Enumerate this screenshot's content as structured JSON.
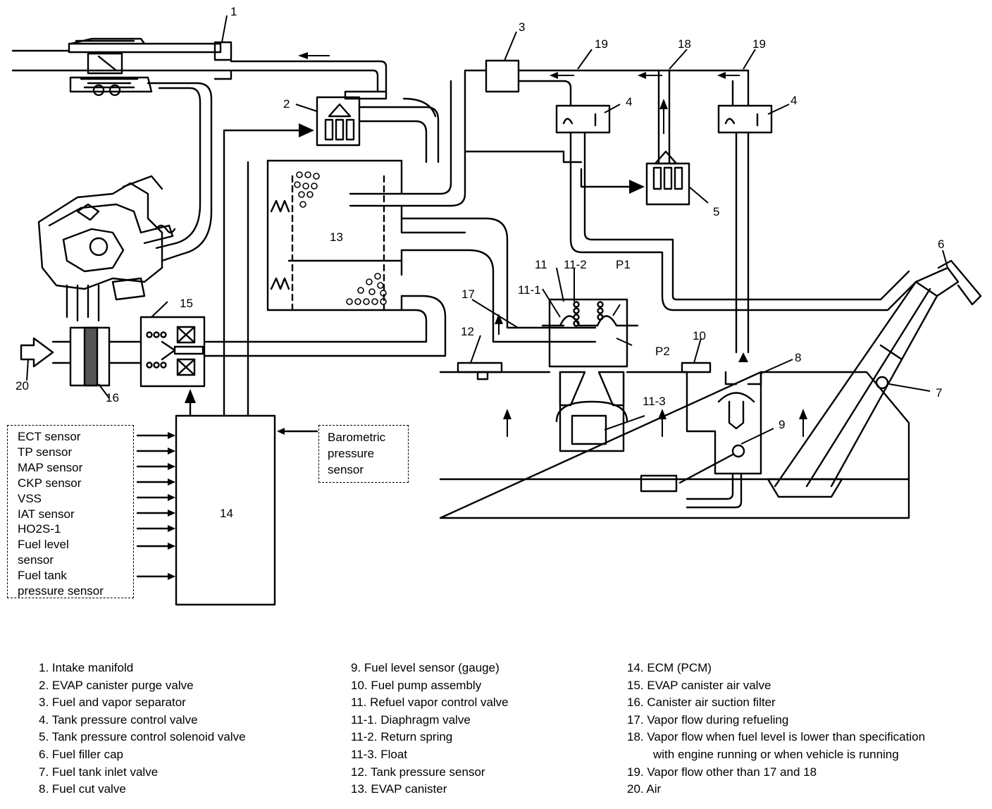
{
  "callouts": {
    "c1": "1",
    "c2": "2",
    "c3": "3",
    "c4a": "4",
    "c4b": "4",
    "c5": "5",
    "c6": "6",
    "c7": "7",
    "c8": "8",
    "c9": "9",
    "c10": "10",
    "c11": "11",
    "c11_1": "11-1",
    "c11_2": "11-2",
    "c11_3": "11-3",
    "c12": "12",
    "c13": "13",
    "c14": "14",
    "c15": "15",
    "c16": "16",
    "c17": "17",
    "c18": "18",
    "c19a": "19",
    "c19b": "19",
    "c20": "20",
    "p1": "P1",
    "p2": "P2"
  },
  "ecm_inputs": [
    "ECT sensor",
    "TP sensor",
    "MAP sensor",
    "CKP sensor",
    "VSS",
    "IAT sensor",
    "HO2S-1",
    "Fuel level",
    "sensor",
    "Fuel tank",
    "pressure sensor"
  ],
  "barometric_box": [
    "Barometric",
    "pressure",
    "sensor"
  ],
  "legend": {
    "col1": [
      "1.  Intake manifold",
      "2.  EVAP canister purge valve",
      "3.  Fuel and vapor separator",
      "4.  Tank pressure control valve",
      "5.  Tank pressure control solenoid valve",
      "6.  Fuel filler cap",
      "7.  Fuel tank inlet valve",
      "8.  Fuel cut valve"
    ],
    "col2": [
      "9.  Fuel level sensor (gauge)",
      "10.  Fuel pump assembly",
      "11.  Refuel vapor control valve",
      "11-1. Diaphragm valve",
      "11-2. Return spring",
      "11-3. Float",
      "12.  Tank pressure sensor",
      "13.  EVAP canister"
    ],
    "col3": [
      "14.  ECM (PCM)",
      "15.  EVAP canister air valve",
      "16.  Canister air suction filter",
      "17.  Vapor flow during refueling",
      "18.  Vapor flow when fuel level is lower than specification",
      "with engine running or when vehicle is running",
      "19.  Vapor flow other than 17 and 18",
      "20.  Air"
    ]
  }
}
